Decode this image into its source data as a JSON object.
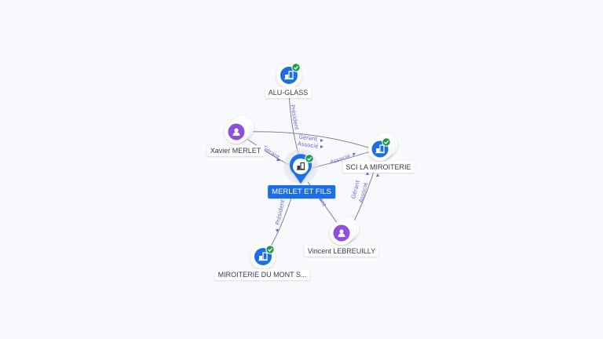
{
  "nodes": {
    "alu_glass": {
      "label": "ALU-GLASS",
      "kind": "company",
      "verified": true
    },
    "xavier": {
      "label": "Xavier MERLET",
      "kind": "person"
    },
    "center": {
      "label": "MERLET ET FILS",
      "kind": "company",
      "verified": true
    },
    "sci": {
      "label": "SCI LA MIROITERIE",
      "kind": "company",
      "verified": true
    },
    "vincent": {
      "label": "Vincent LEBREUILLY",
      "kind": "person"
    },
    "miroiterie": {
      "label": "MIROITERIE DU MONT S...",
      "kind": "company",
      "verified": true
    }
  },
  "edges": {
    "e1": "Président",
    "e2": "Gérant",
    "e3": "Associé",
    "e4": "Associé",
    "e5": "Gérant",
    "e6": "Président",
    "e7": "Gérant",
    "e8": "Gérant",
    "e9": "Associé"
  },
  "colors": {
    "company": "#1a6fe6",
    "person": "#8e4fe0",
    "verified": "#1e9b4b",
    "edge_label": "#6f63d9",
    "background": "#f7f9fc"
  },
  "icons": {
    "company": "building-icon",
    "person": "person-icon",
    "verified": "check-badge-icon"
  }
}
